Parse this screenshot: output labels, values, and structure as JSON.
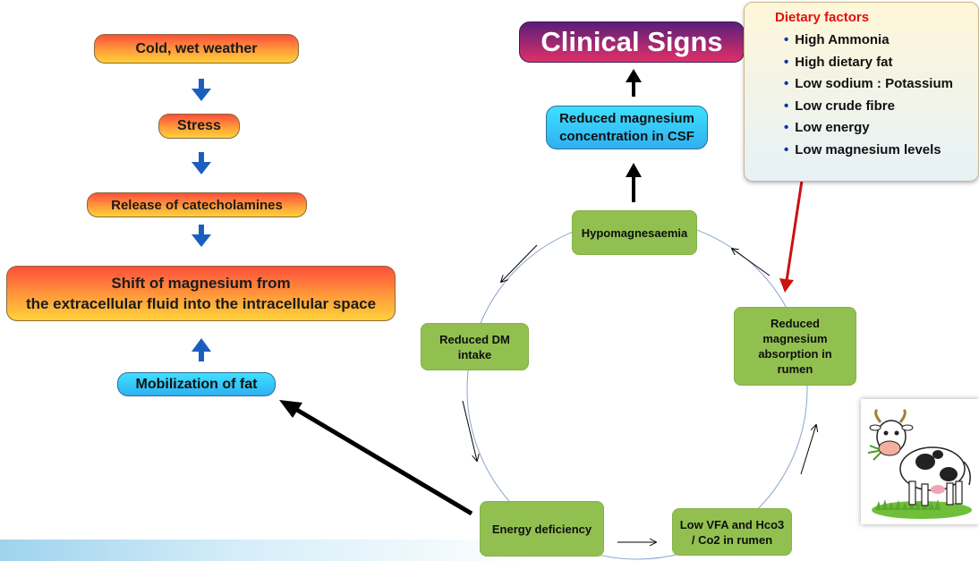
{
  "left_flow": {
    "cold_weather": "Cold, wet weather",
    "stress": "Stress",
    "catecholamines": "Release of catecholamines",
    "shift_line1": "Shift of magnesium from",
    "shift_line2": "the extracellular fluid into the intracellular space",
    "mobilization": "Mobilization of fat"
  },
  "clinical_signs": "Clinical Signs",
  "csf_line1": "Reduced magnesium",
  "csf_line2": "concentration in CSF",
  "dietary_factors": {
    "title": "Dietary factors",
    "items": [
      "High Ammonia",
      "High dietary fat",
      "Low sodium : Potassium",
      "Low crude fibre",
      "Low energy",
      "Low magnesium levels"
    ]
  },
  "cycle": {
    "hypomagnesaemia": "Hypomagnesaemia",
    "reduced_absorption": [
      "Reduced",
      "magnesium",
      "absorption in",
      "rumen"
    ],
    "low_vfa": [
      "Low VFA and Hco3",
      "/ Co2 in rumen"
    ],
    "energy_deficiency": "Energy deficiency",
    "reduced_dm": [
      "Reduced DM",
      "intake"
    ]
  },
  "colors": {
    "gradient_top": "#ff4e3c",
    "gradient_bottom": "#ffd23a",
    "cyan_box": "#2fb0f0",
    "green_box": "#92c050",
    "down_arrow": "#1a5fc0",
    "red_arrow": "#cc1111"
  },
  "cow_image": "cartoon-cow-illustration"
}
